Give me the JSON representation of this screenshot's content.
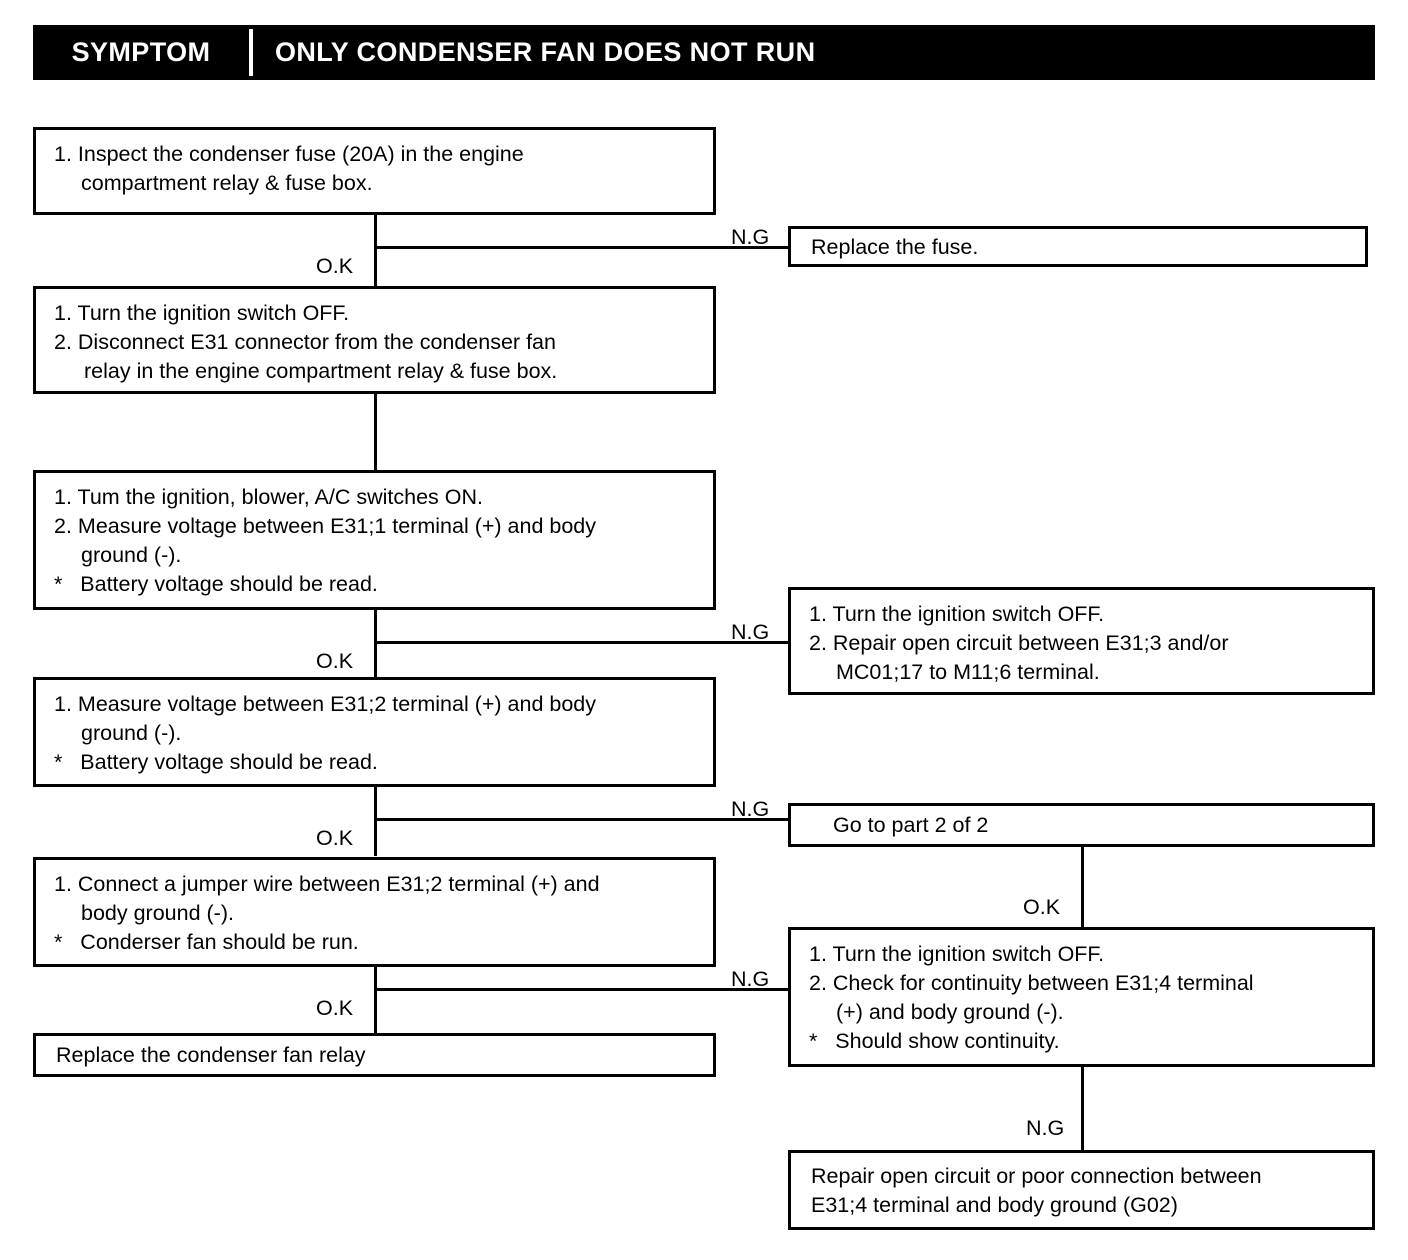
{
  "header": {
    "symptom_label": "SYMPTOM",
    "title": "ONLY CONDENSER FAN DOES NOT RUN"
  },
  "labels": {
    "ok": "O.K",
    "ng": "N.G"
  },
  "boxes": {
    "step1": {
      "line1": "1. Inspect the condenser fuse (20A) in the engine",
      "line2": "compartment relay & fuse box."
    },
    "replace_fuse": {
      "line1": "Replace the fuse."
    },
    "step2": {
      "line1": "1. Turn the ignition switch OFF.",
      "line2": "2. Disconnect E31 connector from the condenser fan",
      "line3": "relay in the engine compartment relay & fuse box."
    },
    "step3": {
      "line1": "1. Tum the ignition, blower, A/C switches ON.",
      "line2": "2. Measure voltage between E31;1 terminal (+) and body",
      "line3": "ground (-).",
      "line4": "*   Battery voltage should be read."
    },
    "repair_open_e31_3": {
      "line1": "1. Turn the ignition switch OFF.",
      "line2": "2. Repair open circuit between E31;3 and/or",
      "line3": "MC01;17 to M11;6 terminal."
    },
    "step4": {
      "line1": "1. Measure voltage between E31;2 terminal (+) and body",
      "line2": "ground (-).",
      "line3": "*   Battery voltage should be read."
    },
    "goto_part2": {
      "line1": "Go to part 2 of 2"
    },
    "step5": {
      "line1": "1. Connect a jumper wire between E31;2 terminal (+) and",
      "line2": "body ground (-).",
      "line3": "*   Conderser fan should be run."
    },
    "continuity_check": {
      "line1": "1. Turn the ignition switch OFF.",
      "line2": "2. Check for continuity between E31;4 terminal",
      "line3": "(+) and body ground (-).",
      "line4": "*   Should show continuity."
    },
    "replace_relay": {
      "line1": "Replace the condenser fan relay"
    },
    "repair_ground": {
      "line1": "Repair open circuit or poor connection between",
      "line2": "E31;4 terminal and body ground (G02)"
    }
  }
}
